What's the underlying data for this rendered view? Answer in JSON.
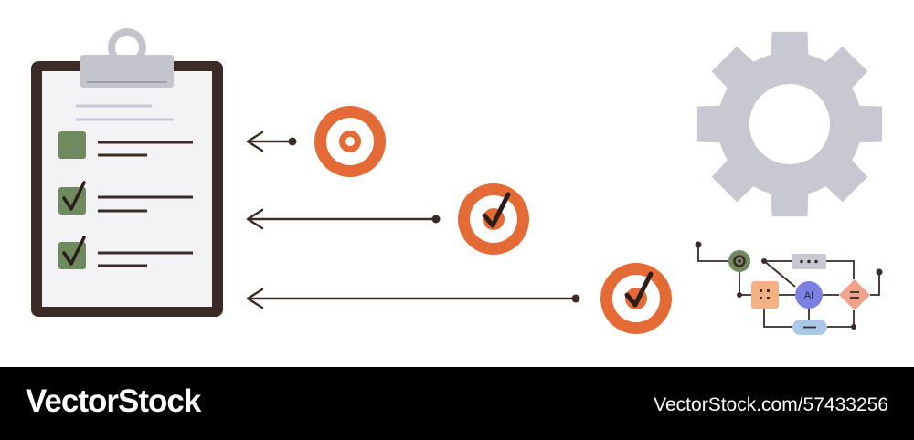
{
  "colors": {
    "board": "#3b2a26",
    "paper": "#f3f3f6",
    "clip": "#c4c4cd",
    "line": "#3b2a26",
    "checkbox": "#6e8a5e",
    "target": "#e46a36",
    "gear": "#c8c8d2"
  },
  "checklist": {
    "items": [
      {
        "checked": false
      },
      {
        "checked": true
      },
      {
        "checked": true
      }
    ]
  },
  "targets": [
    {
      "icon": "target-icon",
      "checked": false
    },
    {
      "icon": "target-check-icon",
      "checked": true
    },
    {
      "icon": "target-check-icon",
      "checked": true
    }
  ],
  "workflow": {
    "ai_label": "AI",
    "nodes": [
      "gear-node",
      "dots-node",
      "grid-node",
      "ai-node",
      "diamond-node",
      "dash-node"
    ]
  },
  "footer": {
    "brand": "VectorStock",
    "image_id": "VectorStock.com/57433256"
  }
}
